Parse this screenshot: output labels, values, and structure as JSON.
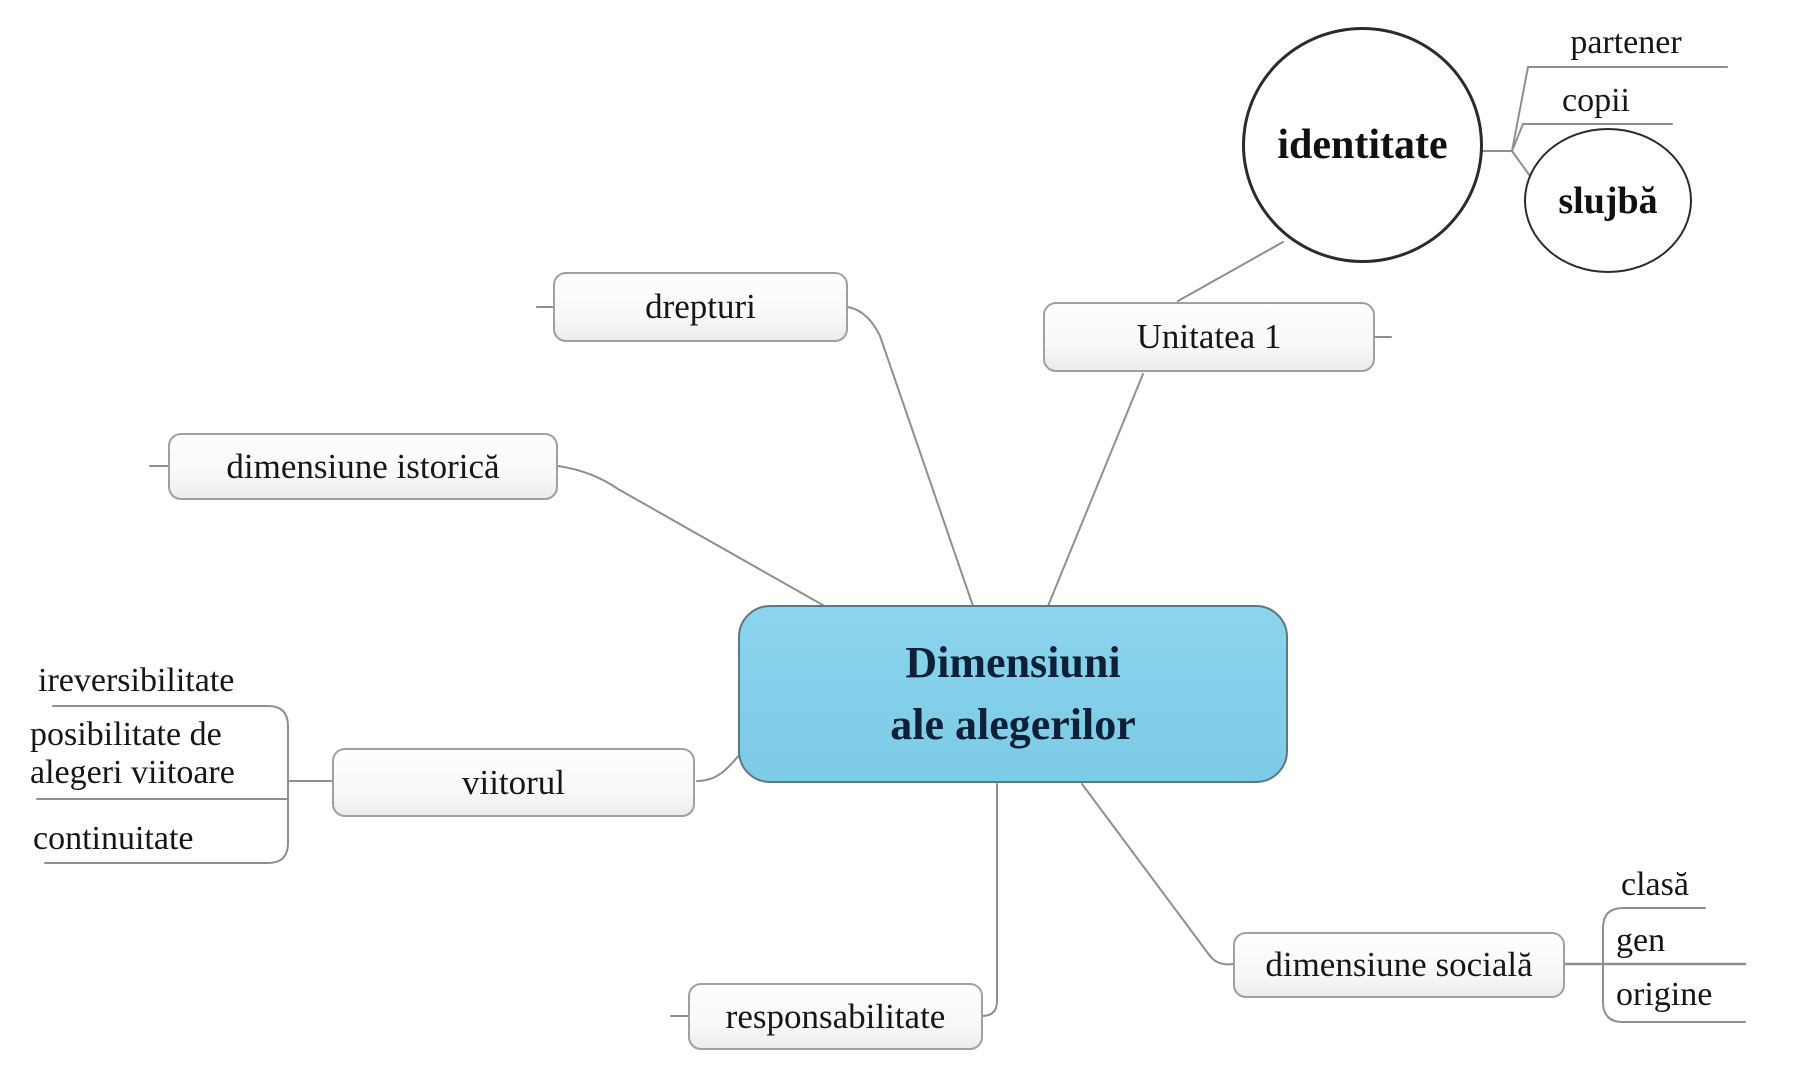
{
  "colors": {
    "background": "#ffffff",
    "edge": "#8f8f8f",
    "node-border": "#a0a0a0",
    "circle-border": "#2b2b2b",
    "root-fill": "#8bd4ec",
    "root-fill-dark": "#7ccbe7",
    "root-border": "#607683",
    "root-text": "#0c2038",
    "text": "#161616"
  },
  "root": {
    "line1": "Dimensiuni",
    "line2": "ale alegerilor"
  },
  "nodes": {
    "unitatea1": {
      "label": "Unitatea 1"
    },
    "identitate": {
      "label": "identitate"
    },
    "partener": {
      "label": "partener"
    },
    "copii": {
      "label": "copii"
    },
    "slujba": {
      "label": "slujbă"
    },
    "drepturi": {
      "label": "drepturi"
    },
    "dimensiune_istorica": {
      "label": "dimensiune istorică"
    },
    "viitorul": {
      "label": "viitorul"
    },
    "ireversibilitate": {
      "label": "ireversibilitate"
    },
    "posibilitate": {
      "label": "posibilitate de alegeri viitoare"
    },
    "continuitate": {
      "label": "continuitate"
    },
    "responsabilitate": {
      "label": "responsabilitate"
    },
    "dimensiune_sociala": {
      "label": "dimensiune socială"
    },
    "clasa": {
      "label": "clasă"
    },
    "gen": {
      "label": "gen"
    },
    "origine": {
      "label": "origine"
    }
  }
}
